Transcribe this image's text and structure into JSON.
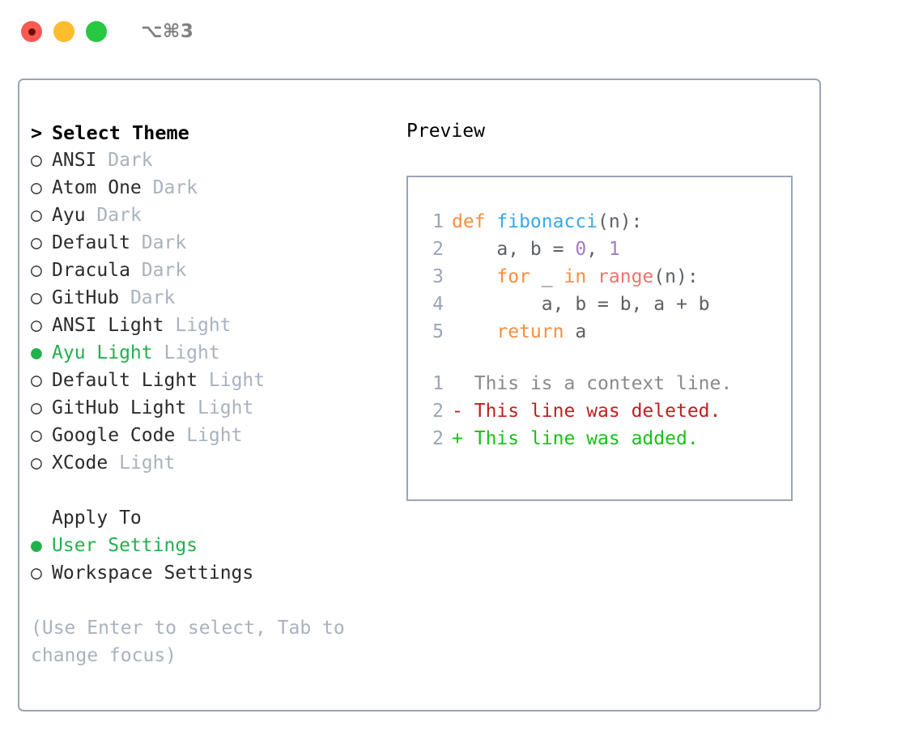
{
  "titlebar": {
    "shortcut": "⌥⌘3",
    "buttons": [
      {
        "name": "close",
        "color": "#fa5a52"
      },
      {
        "name": "minimize",
        "color": "#febc2e"
      },
      {
        "name": "maximize",
        "color": "#28c840"
      }
    ]
  },
  "colors": {
    "selected_green": "#22b14c",
    "muted": "#a8b2bf",
    "border": "#9aa5b5",
    "keyword": "#fa8d3e",
    "function": "#3aa7e8",
    "number": "#a37acc",
    "builtin": "#f07171",
    "text": "#5c6166",
    "diff_add": "#18c018",
    "diff_del": "#c02020",
    "diff_ctx": "#8a8a8a"
  },
  "theme_list": {
    "header_marker": ">",
    "header_label": "Select Theme",
    "items": [
      {
        "marker": "○",
        "selected": false,
        "name": "ANSI",
        "variant": "Dark"
      },
      {
        "marker": "○",
        "selected": false,
        "name": "Atom One",
        "variant": "Dark"
      },
      {
        "marker": "○",
        "selected": false,
        "name": "Ayu",
        "variant": "Dark"
      },
      {
        "marker": "○",
        "selected": false,
        "name": "Default",
        "variant": "Dark"
      },
      {
        "marker": "○",
        "selected": false,
        "name": "Dracula",
        "variant": "Dark"
      },
      {
        "marker": "○",
        "selected": false,
        "name": "GitHub",
        "variant": "Dark"
      },
      {
        "marker": "○",
        "selected": false,
        "name": "ANSI Light",
        "variant": "Light"
      },
      {
        "marker": "●",
        "selected": true,
        "name": "Ayu Light",
        "variant": "Light"
      },
      {
        "marker": "○",
        "selected": false,
        "name": "Default Light",
        "variant": "Light"
      },
      {
        "marker": "○",
        "selected": false,
        "name": "GitHub Light",
        "variant": "Light"
      },
      {
        "marker": "○",
        "selected": false,
        "name": "Google Code",
        "variant": "Light"
      },
      {
        "marker": "○",
        "selected": false,
        "name": "XCode",
        "variant": "Light"
      }
    ]
  },
  "apply_to": {
    "label": "Apply To",
    "options": [
      {
        "marker": "●",
        "selected": true,
        "label": "User Settings"
      },
      {
        "marker": "○",
        "selected": false,
        "label": "Workspace Settings"
      }
    ]
  },
  "hint": "(Use Enter to select, Tab to change focus)",
  "preview": {
    "title": "Preview",
    "code": [
      {
        "lineno": "1",
        "tokens": [
          {
            "t": "def ",
            "c": "kw"
          },
          {
            "t": "fibonacci",
            "c": "fn"
          },
          {
            "t": "(n):",
            "c": "pun"
          }
        ]
      },
      {
        "lineno": "2",
        "tokens": [
          {
            "t": "    a, b = ",
            "c": "var"
          },
          {
            "t": "0",
            "c": "num"
          },
          {
            "t": ", ",
            "c": "pun"
          },
          {
            "t": "1",
            "c": "num"
          }
        ]
      },
      {
        "lineno": "3",
        "tokens": [
          {
            "t": "    for ",
            "c": "kw"
          },
          {
            "t": "_ ",
            "c": "var"
          },
          {
            "t": "in ",
            "c": "kw"
          },
          {
            "t": "range",
            "c": "bi"
          },
          {
            "t": "(n):",
            "c": "pun"
          }
        ]
      },
      {
        "lineno": "4",
        "tokens": [
          {
            "t": "        a, b = b, a + b",
            "c": "var"
          }
        ]
      },
      {
        "lineno": "5",
        "tokens": [
          {
            "t": "    return ",
            "c": "kw"
          },
          {
            "t": "a",
            "c": "var"
          }
        ]
      }
    ],
    "diff": [
      {
        "lineno": "1",
        "sign": " ",
        "text": "This is a context line.",
        "kind": "diff-ctx"
      },
      {
        "lineno": "2",
        "sign": "-",
        "text": "This line was deleted.",
        "kind": "diff-del"
      },
      {
        "lineno": "2",
        "sign": "+",
        "text": "This line was added.",
        "kind": "diff-add"
      }
    ]
  }
}
